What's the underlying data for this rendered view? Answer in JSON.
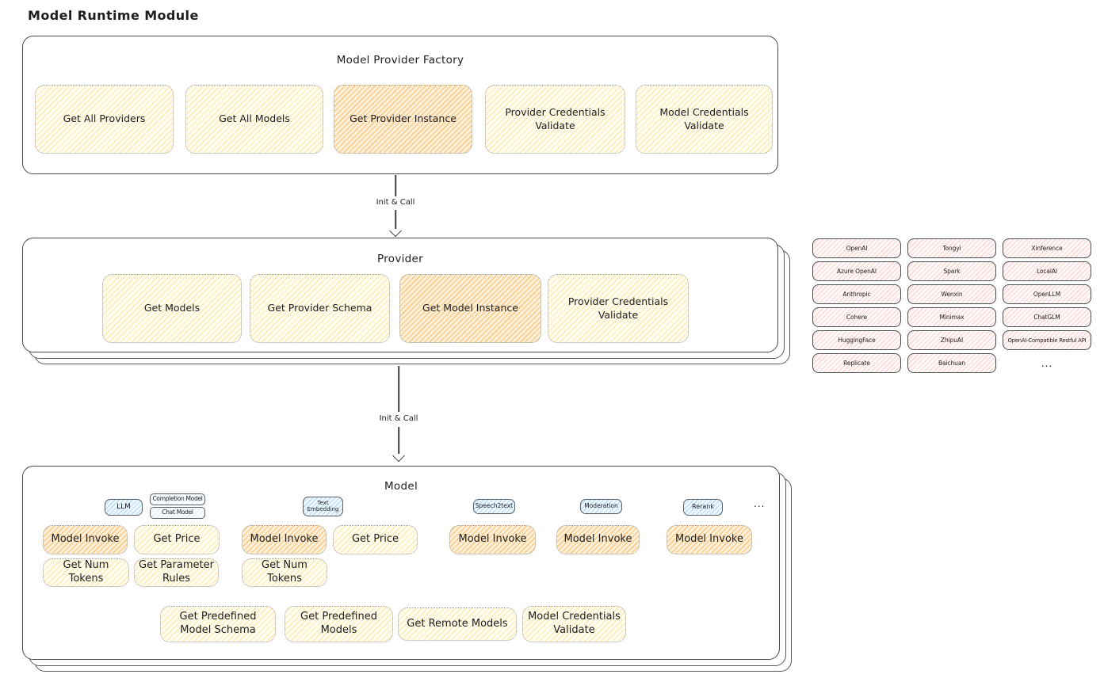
{
  "page": {
    "title": "Model Runtime Module"
  },
  "arrows": {
    "first": "Init & Call",
    "second": "Init & Call"
  },
  "factory": {
    "title": "Model Provider Factory",
    "items": [
      {
        "label": "Get All Providers",
        "highlight": false
      },
      {
        "label": "Get All Models",
        "highlight": false
      },
      {
        "label": "Get Provider Instance",
        "highlight": true
      },
      {
        "label": "Provider Credentials Validate",
        "highlight": false
      },
      {
        "label": "Model Credentials Validate",
        "highlight": false
      }
    ]
  },
  "provider": {
    "title": "Provider",
    "items": [
      {
        "label": "Get Models",
        "highlight": false
      },
      {
        "label": "Get Provider Schema",
        "highlight": false
      },
      {
        "label": "Get Model Instance",
        "highlight": true
      },
      {
        "label": "Provider Credentials Validate",
        "highlight": false
      }
    ]
  },
  "providers_grid": {
    "items": [
      "OpenAI",
      "Tongyi",
      "Xinference",
      "Azure OpenAI",
      "Spark",
      "LocalAI",
      "Anthropic",
      "Wenxin",
      "OpenLLM",
      "Cohere",
      "Minimax",
      "ChatGLM",
      "HuggingFace",
      "ZhipuAI",
      "OpenAI-Compatible Restful API",
      "Replicate",
      "Baichuan"
    ],
    "ellipsis": "..."
  },
  "model": {
    "title": "Model",
    "tabs": {
      "llm": "LLM",
      "completion_model": "Completion Model",
      "chat_model": "Chat Model",
      "text_embedding": "Text Embedding",
      "speech2text": "Speech2text",
      "moderation": "Moderation",
      "rerank": "Rerank",
      "ellipsis": "..."
    },
    "functions": {
      "llm_invoke": "Model Invoke",
      "llm_get_price": "Get Price",
      "llm_get_num_tokens": "Get Num Tokens",
      "llm_get_parameter_rules": "Get Parameter Rules",
      "te_invoke": "Model Invoke",
      "te_get_price": "Get Price",
      "te_get_num_tokens": "Get Num Tokens",
      "s2t_invoke": "Model Invoke",
      "moderation_invoke": "Model Invoke",
      "rerank_invoke": "Model Invoke",
      "get_predefined_model_schema": "Get Predefined Model Schema",
      "get_predefined_models": "Get Predefined Models",
      "get_remote_models": "Get Remote Models",
      "model_credentials_validate": "Model Credentials Validate"
    }
  },
  "colors": {
    "yellow_fill": "#fff9db",
    "orange_fill": "#f7a63a",
    "pink_fill": "#ffc9c9",
    "blue_fill": "#a5d8ff",
    "border_dark": "#46494e",
    "text": "#1e1e1e"
  }
}
